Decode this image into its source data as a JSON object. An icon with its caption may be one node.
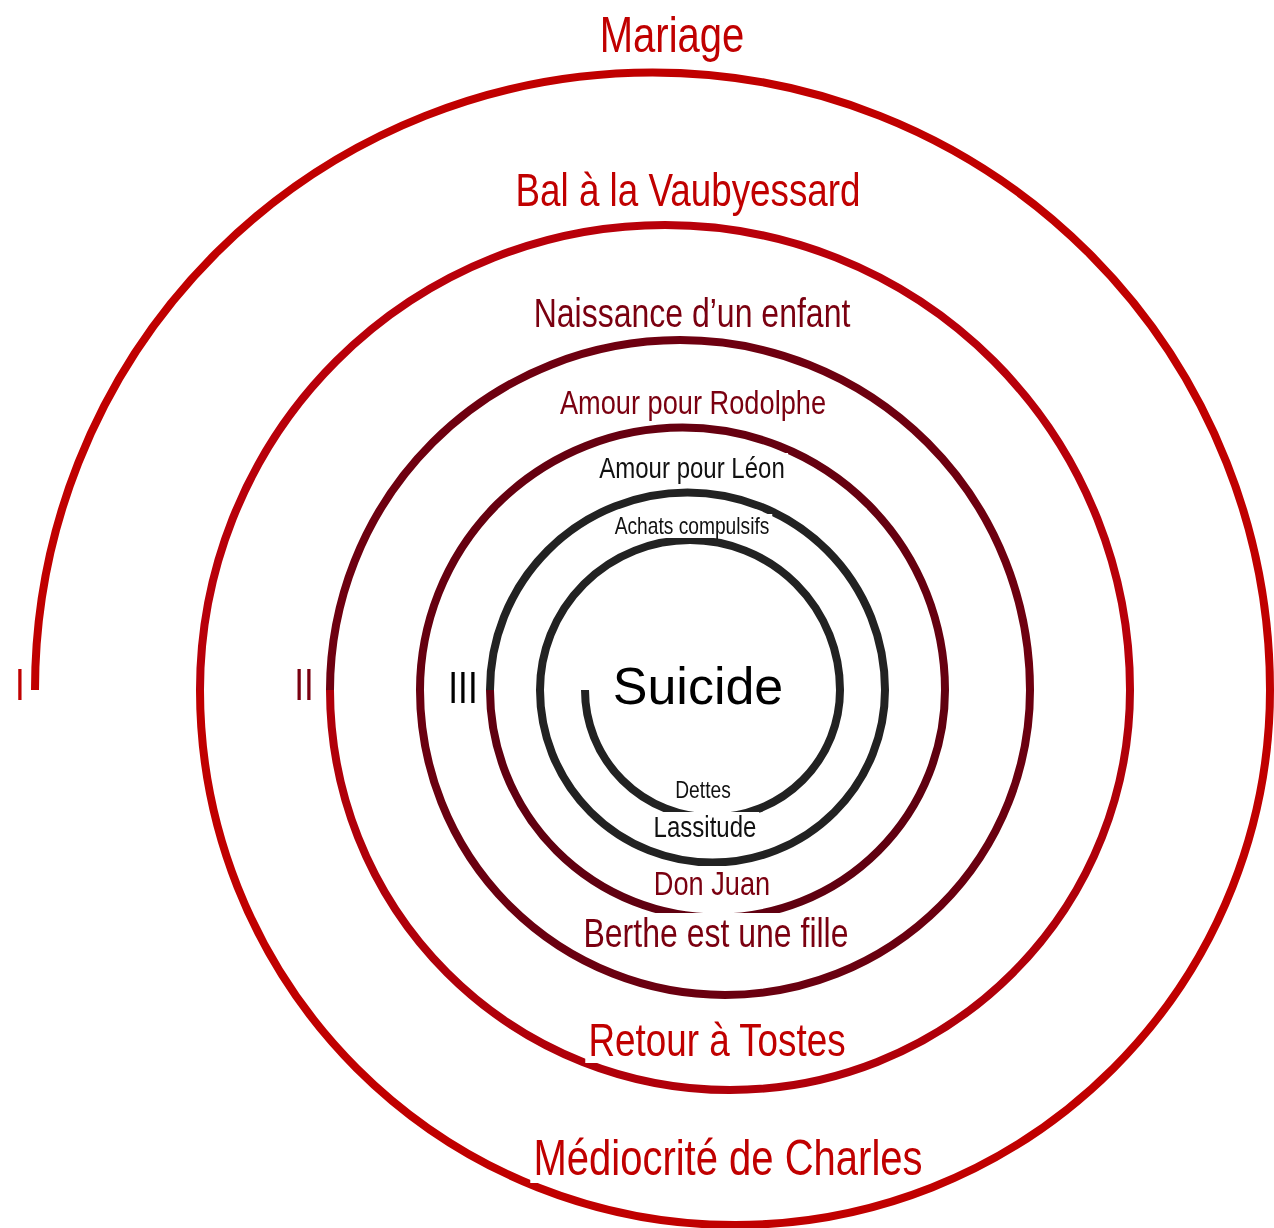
{
  "diagram": {
    "labels": [
      "Mariage",
      "Bal à la Vaubyessard",
      "Naissance d’un enfant",
      "Amour pour Rodolphe",
      "Amour pour Léon",
      "Achats compulsifs",
      "I",
      "II",
      "III",
      "Suicide",
      "Dettes",
      "Lassitude",
      "Don Juan",
      "Berthe est une fille",
      "Retour à Tostes",
      "Médiocrité de Charles"
    ]
  }
}
